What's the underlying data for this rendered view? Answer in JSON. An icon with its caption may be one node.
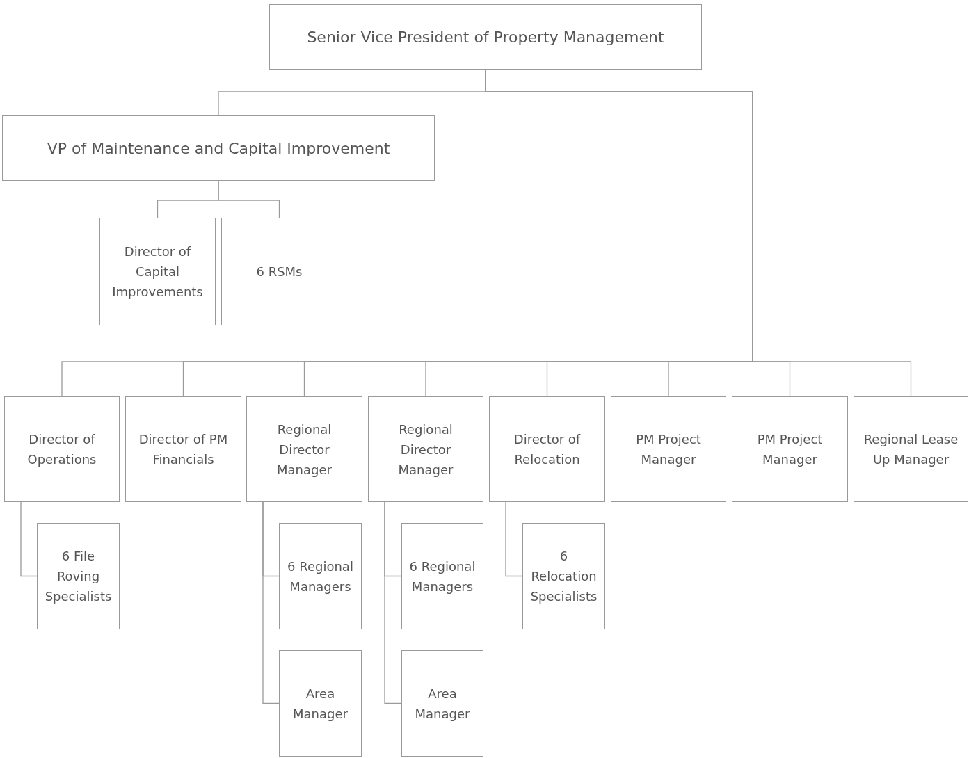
{
  "diagram": {
    "nodes": [
      {
        "text": [
          "Senior Vice President of Property Management"
        ]
      },
      {
        "text": [
          "VP of Maintenance and Capital Improvement"
        ]
      },
      {
        "text": [
          "Director of Capital Improvements"
        ]
      },
      {
        "text": [
          "6 RSMs"
        ]
      },
      {
        "text": [
          "Director of Operations"
        ]
      },
      {
        "text": [
          "Director of PM Financials"
        ]
      },
      {
        "text": [
          "Regional Director Manager"
        ]
      },
      {
        "text": [
          "Regional Director Manager"
        ]
      },
      {
        "text": [
          "Director of Relocation"
        ]
      },
      {
        "text": [
          "PM Project Manager"
        ]
      },
      {
        "text": [
          "PM Project Manager"
        ]
      },
      {
        "text": [
          "Regional Lease Up Manager"
        ]
      },
      {
        "text": [
          "6 File Roving Specialists"
        ]
      },
      {
        "text": [
          "6 Regional Managers"
        ]
      },
      {
        "text": [
          "Area Manager"
        ]
      },
      {
        "text": [
          "6 Regional Managers"
        ]
      },
      {
        "text": [
          "Area Manager"
        ]
      },
      {
        "text": [
          "6 Relocation Specialists"
        ]
      }
    ],
    "edges": [
      {
        "from": 0,
        "to": 1,
        "arrow": "none"
      },
      {
        "from": 0,
        "to": 4,
        "arrow": "none"
      },
      {
        "from": 0,
        "to": 5,
        "arrow": "none"
      },
      {
        "from": 0,
        "to": 6,
        "arrow": "none"
      },
      {
        "from": 0,
        "to": 7,
        "arrow": "none"
      },
      {
        "from": 0,
        "to": 8,
        "arrow": "none"
      },
      {
        "from": 0,
        "to": 9,
        "arrow": "none"
      },
      {
        "from": 0,
        "to": 10,
        "arrow": "none"
      },
      {
        "from": 0,
        "to": 11,
        "arrow": "none"
      },
      {
        "from": 1,
        "to": 2,
        "arrow": "none"
      },
      {
        "from": 1,
        "to": 3,
        "arrow": "none"
      },
      {
        "from": 4,
        "to": 12,
        "arrow": "none"
      },
      {
        "from": 6,
        "to": 13,
        "arrow": "none"
      },
      {
        "from": 6,
        "to": 14,
        "arrow": "none"
      },
      {
        "from": 7,
        "to": 15,
        "arrow": "none"
      },
      {
        "from": 7,
        "to": 16,
        "arrow": "none"
      },
      {
        "from": 8,
        "to": 17,
        "arrow": "none"
      }
    ]
  }
}
